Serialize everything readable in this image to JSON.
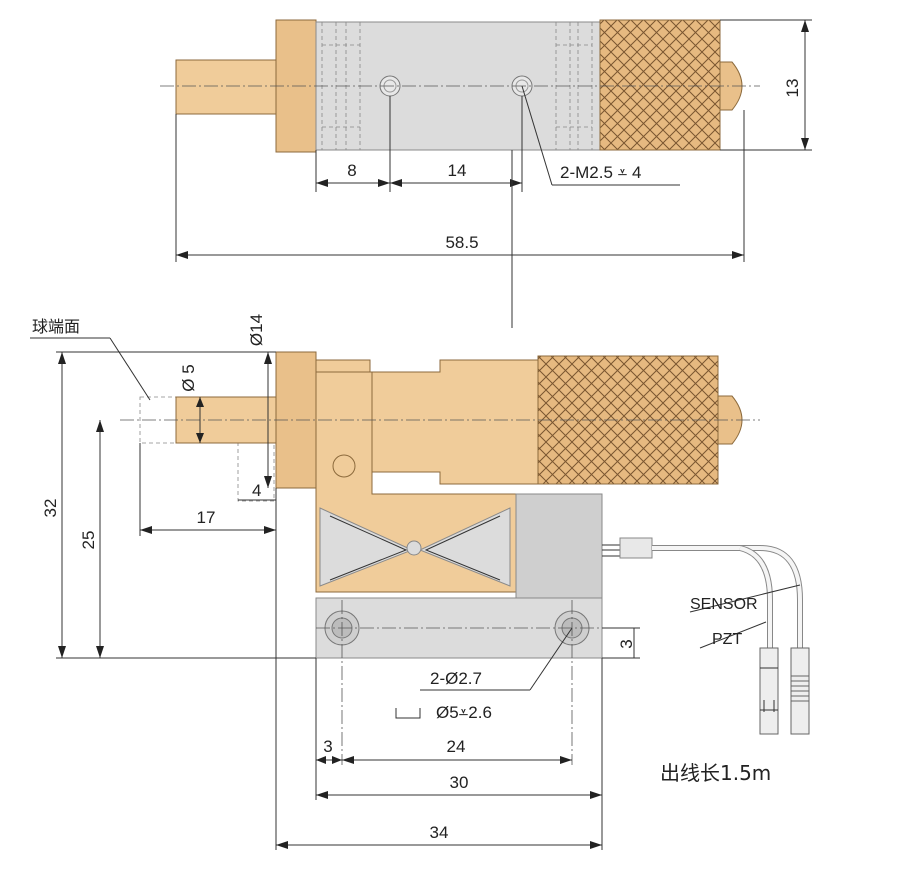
{
  "top_view": {
    "dims": {
      "d8": "8",
      "d14": "14",
      "d58_5": "58.5",
      "d13": "13"
    },
    "thread_note": "2-M2.5 ⩡ 4"
  },
  "front_view": {
    "ball_end_label": "球端面",
    "dims": {
      "phi14": "Ø14",
      "phi5": "Ø 5",
      "d32": "32",
      "d25": "25",
      "d17": "17",
      "d4": "4",
      "d3_right": "3",
      "d3_left": "3",
      "d24": "24",
      "d30": "30",
      "d34": "34"
    },
    "hole_note_1": "2-Ø2.7",
    "hole_note_2": "Ø5⩡2.6",
    "cable_sensor": "SENSOR",
    "cable_pzt": "PZT",
    "cable_length": "出线长1.5m"
  },
  "colors": {
    "gold": "#f0cc9a",
    "silver": "#dcdcdc"
  }
}
